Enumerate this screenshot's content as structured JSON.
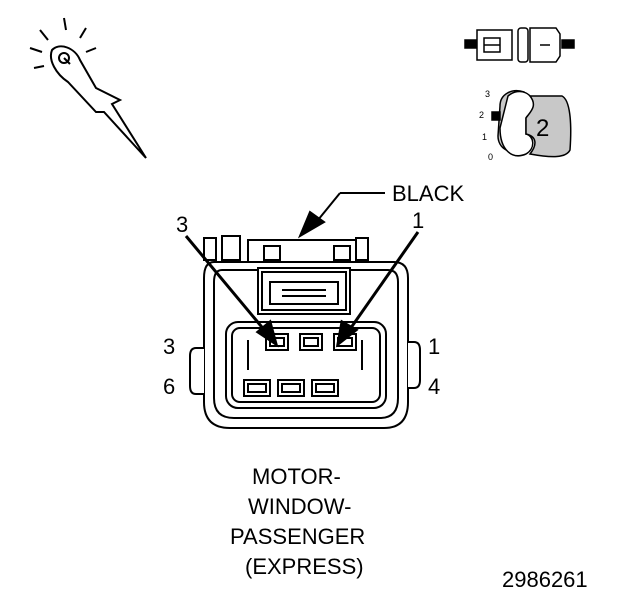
{
  "connector": {
    "color_label": "BLACK",
    "callout_top_left": "3",
    "callout_top_right": "1",
    "pin_row_top_left": "3",
    "pin_row_top_right": "1",
    "pin_row_bottom_left": "6",
    "pin_row_bottom_right": "4"
  },
  "caption": {
    "line1": "MOTOR-",
    "line2": "WINDOW-",
    "line3": "PASSENGER",
    "line4": "(EXPRESS)"
  },
  "position_scale": {
    "marks": [
      "3",
      "2",
      "1",
      "0"
    ],
    "selected": "2"
  },
  "figure_number": "2986261",
  "icons": {
    "probe": "test-probe-icon",
    "connector": "connector-mated-icon",
    "dial": "position-dial-icon"
  },
  "colors": {
    "line": "#000000",
    "background": "#ffffff",
    "shade": "#c8c8c8"
  }
}
